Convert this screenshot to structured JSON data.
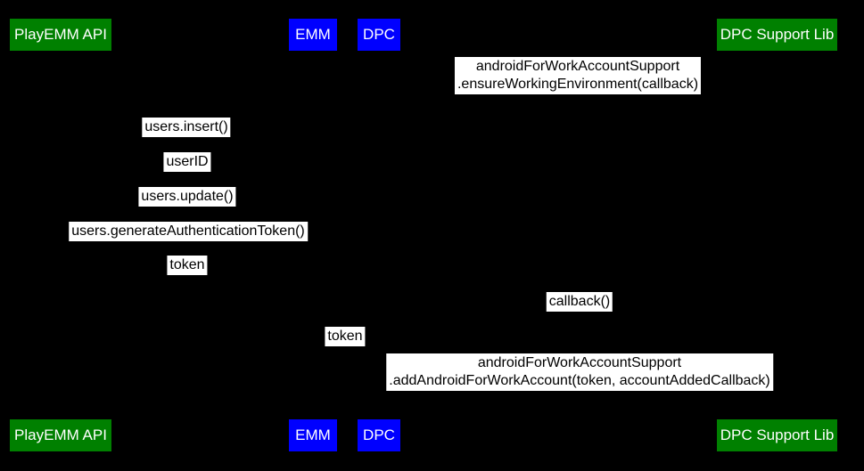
{
  "diagram": {
    "type": "sequence-diagram",
    "background": "#000000",
    "colors": {
      "actor_green": "#008000",
      "actor_blue": "#0000ff",
      "actor_text": "#ffffff",
      "message_bg": "#ffffff",
      "message_text": "#000000"
    },
    "actors": [
      {
        "label": "PlayEMM API",
        "color": "green"
      },
      {
        "label": "EMM",
        "color": "blue"
      },
      {
        "label": "DPC",
        "color": "blue"
      },
      {
        "label": "DPC Support Lib",
        "color": "green"
      }
    ],
    "messages": [
      {
        "from": "DPC",
        "to": "DPC Support Lib",
        "lines": [
          "androidForWorkAccountSupport",
          ".ensureWorkingEnvironment(callback)"
        ]
      },
      {
        "from": "EMM",
        "to": "PlayEMM API",
        "lines": [
          "users.insert()"
        ]
      },
      {
        "from": "PlayEMM API",
        "to": "EMM",
        "lines": [
          "userID"
        ]
      },
      {
        "from": "EMM",
        "to": "PlayEMM API",
        "lines": [
          "users.update()"
        ]
      },
      {
        "from": "EMM",
        "to": "PlayEMM API",
        "lines": [
          "users.generateAuthenticationToken()"
        ]
      },
      {
        "from": "PlayEMM API",
        "to": "EMM",
        "lines": [
          "token"
        ]
      },
      {
        "from": "DPC Support Lib",
        "to": "DPC",
        "lines": [
          "callback()"
        ]
      },
      {
        "from": "EMM",
        "to": "DPC",
        "lines": [
          "token"
        ]
      },
      {
        "from": "DPC",
        "to": "DPC Support Lib",
        "lines": [
          "androidForWorkAccountSupport",
          ".addAndroidForWorkAccount(token, accountAddedCallback)"
        ]
      }
    ]
  }
}
